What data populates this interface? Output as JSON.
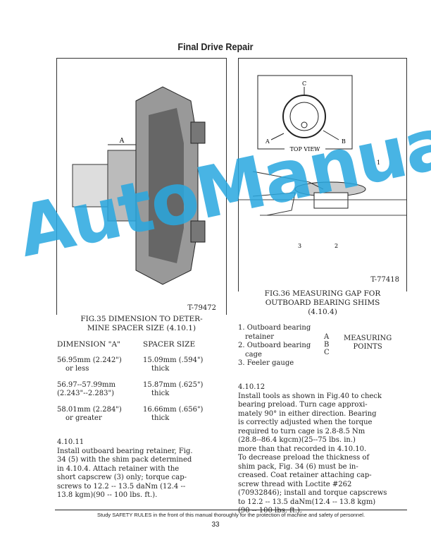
{
  "header": {
    "title": "Final Drive Repair"
  },
  "fig35": {
    "ref": "T-79472",
    "label_a": "A",
    "caption": [
      "FIG.35  DIMENSION TO DETER-",
      "MINE SPACER SIZE (4.10.1)"
    ]
  },
  "fig36": {
    "ref": "T-77418",
    "top_view": "TOP VIEW",
    "points": [
      "A",
      "B",
      "C"
    ],
    "callouts": [
      "1",
      "2",
      "3"
    ],
    "caption": [
      "FIG.36  MEASURING GAP FOR",
      "OUTBOARD BEARING SHIMS",
      "(4.10.4)"
    ]
  },
  "legend": {
    "items": [
      "1. Outboard bearing",
      "retainer",
      "2. Outboard bearing",
      "cage",
      "3. Feeler gauge"
    ],
    "letters": [
      "A",
      "B",
      "C"
    ],
    "measuring": [
      "MEASURING",
      "POINTS"
    ]
  },
  "table": {
    "headers": [
      "DIMENSION \"A\"",
      "SPACER SIZE"
    ],
    "rows": [
      {
        "dim": [
          "56.95mm (2.242\")",
          "or less"
        ],
        "size": [
          "15.09mm (.594\")",
          "thick"
        ]
      },
      {
        "dim": [
          "56.97--57.99mm",
          "(2.243\"--2.283\")"
        ],
        "size": [
          "15.87mm (.625\")",
          "thick"
        ]
      },
      {
        "dim": [
          "58.01mm (2.284\")",
          "or greater"
        ],
        "size": [
          "16.66mm (.656\")",
          "thick"
        ]
      }
    ]
  },
  "sec_4_10_11": {
    "heading": "4.10.11",
    "lines": [
      "Install outboard bearing retainer, Fig.",
      "34 (5) with the shim pack determined",
      "in 4.10.4. Attach retainer with the",
      "short capscrew (3) only; torque cap-",
      "screws to 12.2 -- 13.5 daNm (12.4 --",
      "13.8 kgm)(90 -- 100 lbs. ft.)."
    ]
  },
  "sec_4_10_12": {
    "heading": "4.10.12",
    "lines": [
      "Install tools as shown in Fig.40 to check",
      "bearing preload.  Turn cage approxi-",
      "mately 90° in either direction.  Bearing",
      "is correctly adjusted when the torque",
      "required to turn cage is 2.8-8.5 Nm",
      "(28.8--86.4 kgcm)(25--75 lbs. in.)",
      "more than that recorded in 4.10.10.",
      "To decrease preload the thickness of",
      "shim pack, Fig. 34 (6) must be in-",
      "creased.  Coat retainer attaching cap-",
      "screw thread with Loctite #262",
      "(70932846); install and torque capscrews",
      "to 12.2 -- 13.5 daNm(12.4 -- 13.8 kgm)",
      "(90 -- 100 lbs. ft.)."
    ]
  },
  "footer": {
    "text": "Study SAFETY RULES in the front of this manual thoroughly for the protection of machine and safety of personnel.",
    "page": "33"
  },
  "watermark": "AutoManual",
  "colors": {
    "watermark": "#29a8e0"
  }
}
